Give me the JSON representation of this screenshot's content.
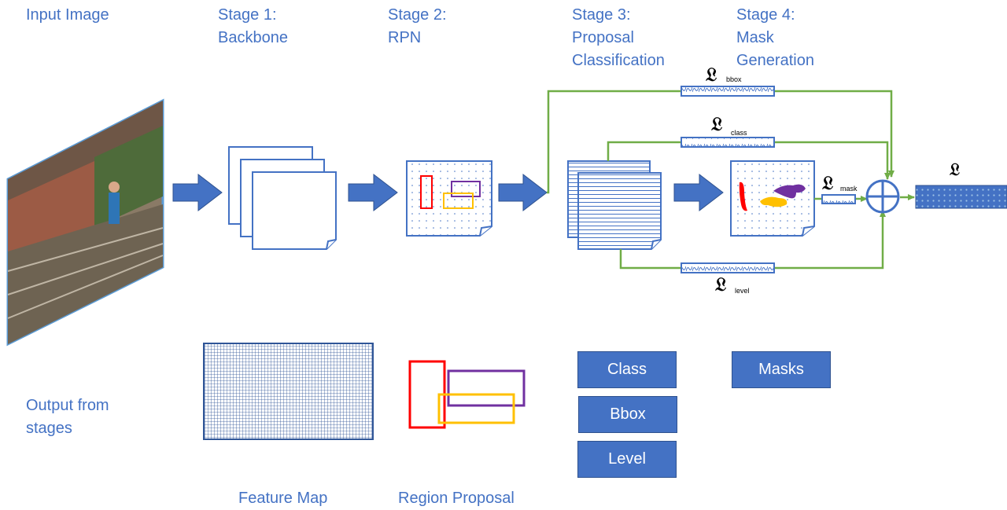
{
  "labels": {
    "input_image": "Input Image",
    "stage1": "Stage 1:\nBackbone",
    "stage2": "Stage 2:\nRPN",
    "stage3": "Stage 3:\nProposal\nClassification",
    "stage4": "Stage 4:\nMask\nGeneration",
    "output_from_stages": "Output from\nstages",
    "feature_map": "Feature Map",
    "region_proposal": "Region Proposal"
  },
  "losses": {
    "symbol": "𝔏",
    "bbox": "bbox",
    "class": "class",
    "mask": "mask",
    "level": "level"
  },
  "outputs": {
    "class": "Class",
    "bbox": "Bbox",
    "level": "Level",
    "masks": "Masks"
  },
  "colors": {
    "primary": "#4472C4",
    "arrow_line": "#70AD47",
    "box_red": "#FF0000",
    "box_purple": "#7030A0",
    "box_yellow": "#FFC000"
  }
}
